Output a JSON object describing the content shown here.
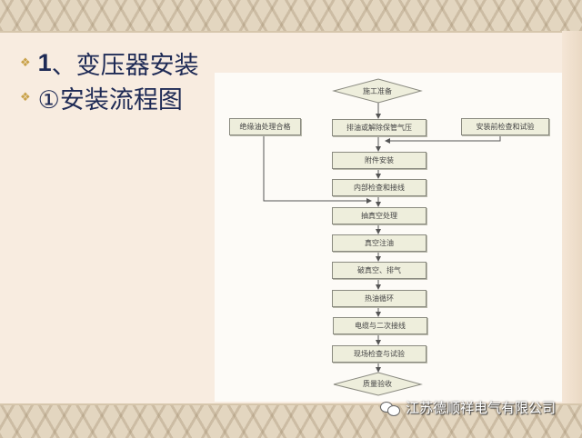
{
  "slide": {
    "bullets": [
      {
        "number": "1",
        "text": "、变压器安装"
      },
      {
        "text": "①安装流程图"
      }
    ],
    "bullet_icon": "diamond-bullet-icon"
  },
  "flowchart": {
    "start": "施工准备",
    "left_input": "绝缘油处理合格",
    "right_input": "安装前检查和试验",
    "steps": [
      "排油或解除保管气压",
      "附件安装",
      "内部检查和接线",
      "抽真空处理",
      "真空注油",
      "破真空、排气",
      "热油循环",
      "电缆与二次接线",
      "现场检查与试验"
    ],
    "end": "质量验收",
    "colors": {
      "box_fill": "#eeeedc",
      "border": "#8a8a80",
      "line": "#555555"
    }
  },
  "watermark": {
    "text": "江苏德顺祥电气有限公司",
    "icon": "wechat-icon"
  }
}
